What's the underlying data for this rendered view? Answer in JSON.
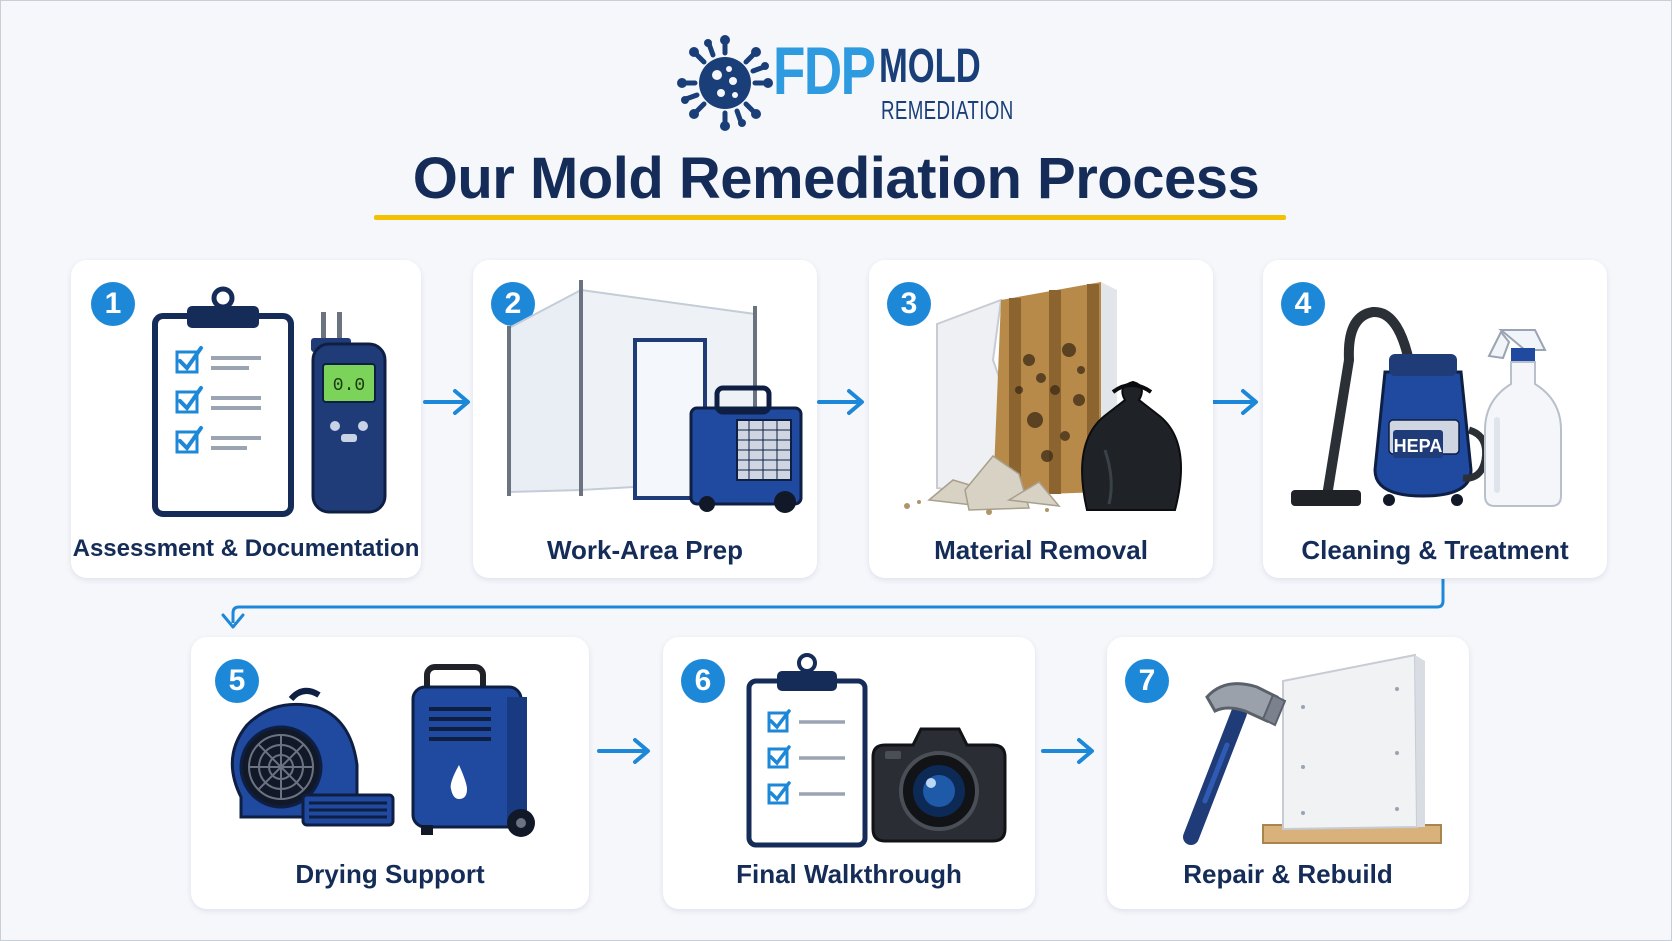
{
  "brand": {
    "part1": "FDP",
    "part2": "MOLD",
    "part3": "REMEDIATION"
  },
  "title": "Our Mold Remediation Process",
  "colors": {
    "navy": "#142c57",
    "accent_blue": "#1e88d8",
    "underline_yellow": "#f2c200",
    "equipment_blue": "#1f4aa0"
  },
  "steps": [
    {
      "number": "1",
      "label": "Assessment & Documentation",
      "icons": [
        "clipboard-checklist-icon",
        "moisture-meter-icon"
      ],
      "meter_reading": "0.0"
    },
    {
      "number": "2",
      "label": "Work-Area Prep",
      "icons": [
        "containment-barrier-icon",
        "air-scrubber-icon"
      ]
    },
    {
      "number": "3",
      "label": "Material Removal",
      "icons": [
        "moldy-drywall-icon",
        "trash-bag-icon"
      ]
    },
    {
      "number": "4",
      "label": "Cleaning & Treatment",
      "icons": [
        "hepa-vacuum-icon",
        "spray-bottle-icon"
      ],
      "vacuum_label": "HEPA"
    },
    {
      "number": "5",
      "label": "Drying Support",
      "icons": [
        "air-mover-icon",
        "dehumidifier-icon"
      ]
    },
    {
      "number": "6",
      "label": "Final Walkthrough",
      "icons": [
        "clipboard-checklist-icon",
        "camera-icon"
      ]
    },
    {
      "number": "7",
      "label": "Repair & Rebuild",
      "icons": [
        "hammer-icon",
        "drywall-panel-icon"
      ]
    }
  ]
}
